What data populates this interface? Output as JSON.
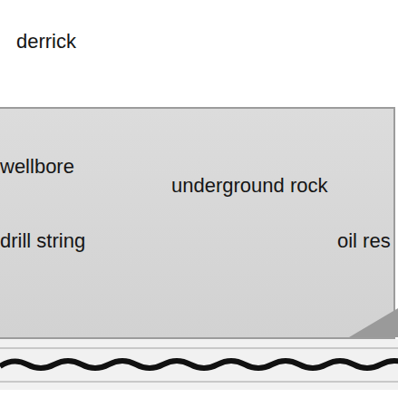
{
  "diagram": {
    "nodes": [
      {
        "text": [
          "underground rock"
        ]
      }
    ],
    "labels": [
      "derrick",
      "wellbore",
      "drill string",
      "oil res"
    ]
  }
}
